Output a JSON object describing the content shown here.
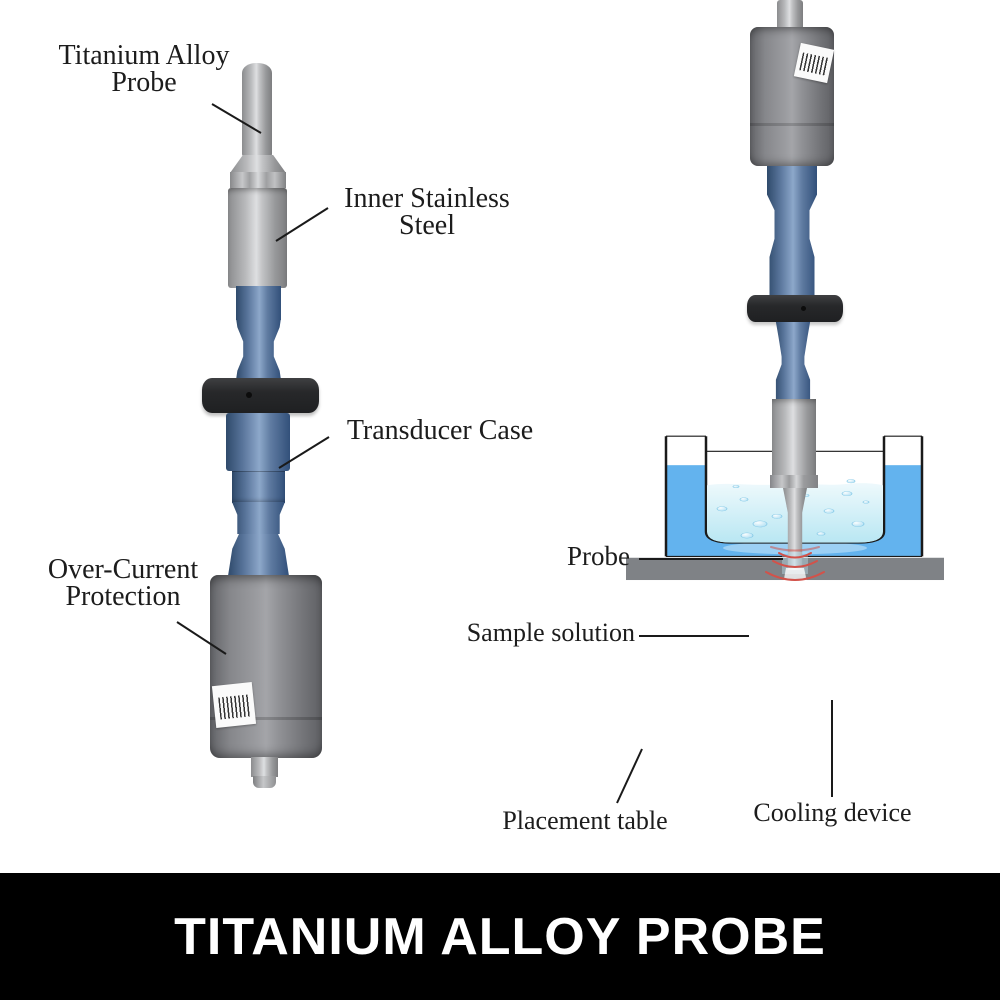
{
  "banner": {
    "title": "TITANIUM ALLOY PROBE"
  },
  "left_figure": {
    "type": "annotated product photo of ultrasonic homogenizer probe",
    "callouts": {
      "titanium_alloy_probe": "Titanium Alloy\nProbe",
      "inner_stainless_steel": "Inner Stainless\nSteel",
      "transducer_case": "Transducer Case",
      "over_current_protection": "Over-Current\nProtection"
    }
  },
  "right_figure": {
    "type": "usage diagram: probe immersed in jacketed beaker on table",
    "callouts": {
      "probe": "Probe",
      "sample_solution": "Sample solution",
      "placement_table": "Placement table",
      "cooling_device": "Cooling device"
    }
  },
  "colors": {
    "banner_bg": "#000000",
    "banner_text": "#ffffff",
    "label_text": "#1c1c1c",
    "leader": "#1a1a1a",
    "cooling_water": "#63b3ee",
    "sample_solution_top": "#eef9fc",
    "sample_solution_bottom": "#b9e7f3",
    "ultrasound_wave_red": "#d2524a",
    "table_gray": "#7f8286",
    "device_blue": "#4c6d94",
    "device_gray": "#8a8b8f",
    "flange_black": "#2c2c2e",
    "stainless": "#b3b4b6"
  }
}
